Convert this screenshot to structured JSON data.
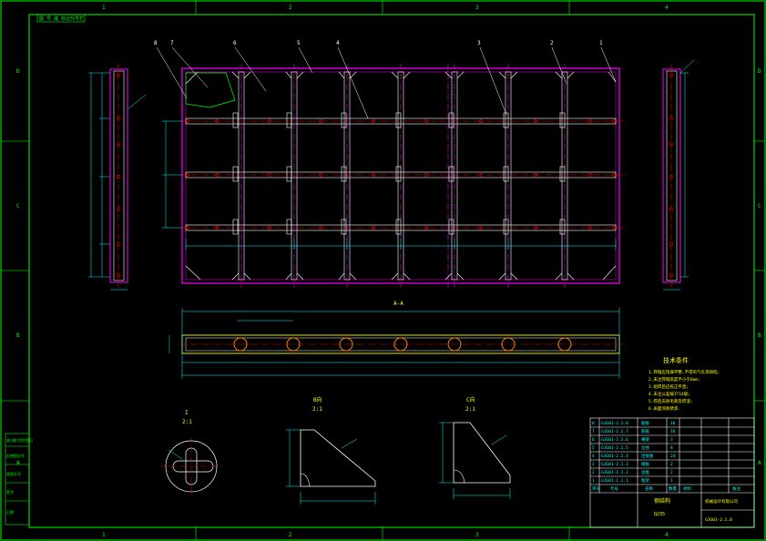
{
  "sheet": {
    "zone_columns": [
      "1",
      "2",
      "3",
      "4"
    ],
    "zone_rows": [
      "D",
      "C",
      "B",
      "A"
    ],
    "top_left_tag": "图 号 或 标记代号栏"
  },
  "callouts": [
    "1",
    "2",
    "3",
    "4",
    "5",
    "6",
    "7",
    "8"
  ],
  "views": {
    "section_a": "A-A",
    "detail_i": "I",
    "detail_i_scale": "2:1",
    "view_b": "B向",
    "view_b_scale": "2:1",
    "view_c": "C向",
    "view_c_scale": "2:1"
  },
  "tech_requirements": {
    "title": "技术条件",
    "items": [
      "1.焊缝应饱满平整,不得有气孔等缺陷;",
      "2.未注焊缝高度不小于6mm;",
      "3.组焊后应校正平直;",
      "4.未注公差按IT14级;",
      "5.焊后去除毛刺及焊渣;",
      "6.表面涂防锈漆."
    ]
  },
  "title_block": {
    "drawing_name": "钢结构",
    "company": "机械设计有限公司",
    "material": "Q235",
    "drawing_no": "GJG01-2.1.0",
    "rows": [
      {
        "no": "8",
        "code": "GJG01-2.1.8",
        "name": "筋板",
        "qty": "16"
      },
      {
        "no": "7",
        "code": "GJG01-2.1.7",
        "name": "筋板",
        "qty": "16"
      },
      {
        "no": "6",
        "code": "GJG01-2.1.6",
        "name": "横梁",
        "qty": "3"
      },
      {
        "no": "5",
        "code": "GJG01-2.1.5",
        "name": "立柱",
        "qty": "8"
      },
      {
        "no": "4",
        "code": "GJG01-2.1.4",
        "name": "连接板",
        "qty": "24"
      },
      {
        "no": "3",
        "code": "GJG01-2.1.3",
        "name": "端板",
        "qty": "2"
      },
      {
        "no": "2",
        "code": "GJG01-2.1.2",
        "name": "边框",
        "qty": "2"
      },
      {
        "no": "1",
        "code": "GJG01-2.1.1",
        "name": "框架",
        "qty": "1"
      }
    ],
    "headers": [
      "序号",
      "代号",
      "名称",
      "数量",
      "材料",
      "备注"
    ]
  },
  "left_stamp": [
    "借(通)用件登记",
    "旧底图总号",
    "底图总号",
    "签字",
    "日期"
  ],
  "colors": {
    "border": "#00ff00",
    "frame": "#ff00ff",
    "centerline": "#ff0000",
    "dimension": "#00ffff",
    "outline": "#ffffff",
    "text": "#ffff00"
  }
}
